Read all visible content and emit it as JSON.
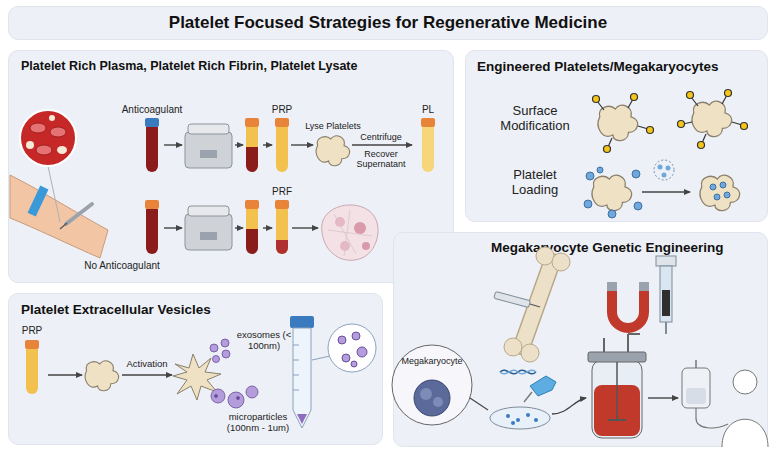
{
  "diagram": {
    "title": "Platelet Focused Strategies for Regenerative Medicine",
    "nodes": [
      {
        "text": [
          "Platelet Rich Plasma, Platelet Rich Fibrin, Platelet Lysate"
        ]
      },
      {
        "text": [
          "Engineered Platelets/Megakaryocytes"
        ]
      },
      {
        "text": [
          "Megakaryocyte Genetic Engineering"
        ]
      },
      {
        "text": [
          "Platelet Extracellular Vesicles"
        ]
      }
    ],
    "labels": [
      "Anticoagulant",
      "PRP",
      "Lyse Platelets",
      "Centrifuge",
      "Recover Supernatant",
      "PL",
      "PRF",
      "No Anticoagulant",
      "Surface Modification",
      "Platelet Loading",
      "Megakaryocyte",
      "PRP",
      "Activation",
      "exosomes (< 100nm)",
      "microparticles (100nm - 1um)"
    ]
  }
}
